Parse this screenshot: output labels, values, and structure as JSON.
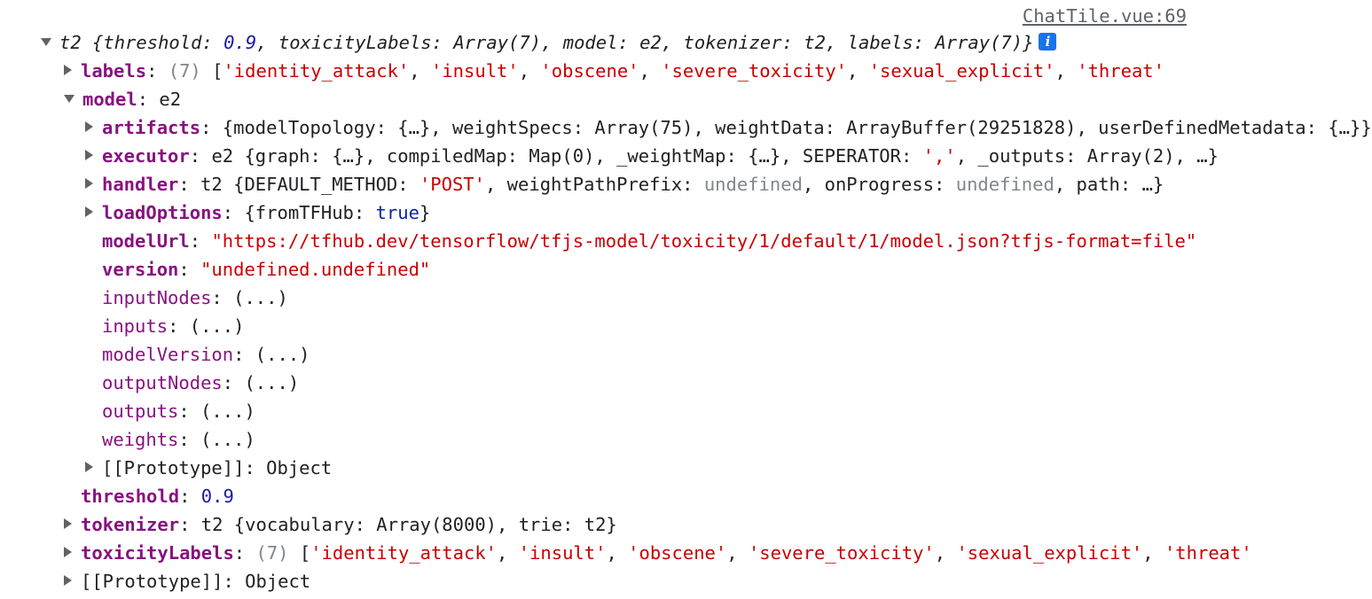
{
  "source_link": "ChatTile.vue:69",
  "root": {
    "name": "t2",
    "summary": {
      "p1": " {threshold: ",
      "v1": "0.9",
      "p2": ", toxicityLabels: Array(7), model: e2, tokenizer: t2, labels: Array(7)}"
    }
  },
  "labels": {
    "key": "labels",
    "count": "(7)",
    "items": [
      "'identity_attack'",
      "'insult'",
      "'obscene'",
      "'severe_toxicity'",
      "'sexual_explicit'",
      "'threat'"
    ]
  },
  "model": {
    "key": "model",
    "value": "e2",
    "artifacts": {
      "key": "artifacts",
      "value": "{modelTopology: {…}, weightSpecs: Array(75), weightData: ArrayBuffer(29251828), userDefinedMetadata: {…}}"
    },
    "executor": {
      "key": "executor",
      "pre": "e2 {graph: {…}, compiledMap: Map(0), _weightMap: {…}, SEPERATOR: ",
      "sep": "','",
      "post": ", _outputs: Array(2), …}"
    },
    "handler": {
      "key": "handler",
      "pre": "t2 {DEFAULT_METHOD: ",
      "method": "'POST'",
      "mid1": ", weightPathPrefix: ",
      "undef1": "undefined",
      "mid2": ", onProgress: ",
      "undef2": "undefined",
      "post": ", path: …}"
    },
    "loadOptions": {
      "key": "loadOptions",
      "pre": "{fromTFHub: ",
      "bool": "true",
      "post": "}"
    },
    "modelUrl": {
      "key": "modelUrl",
      "value": "\"https://tfhub.dev/tensorflow/tfjs-model/toxicity/1/default/1/model.json?tfjs-format=file\""
    },
    "version": {
      "key": "version",
      "value": "\"undefined.undefined\""
    },
    "getters": [
      {
        "key": "inputNodes",
        "value": "(...)"
      },
      {
        "key": "inputs",
        "value": "(...)"
      },
      {
        "key": "modelVersion",
        "value": "(...)"
      },
      {
        "key": "outputNodes",
        "value": "(...)"
      },
      {
        "key": "outputs",
        "value": "(...)"
      },
      {
        "key": "weights",
        "value": "(...)"
      }
    ],
    "prototype": {
      "key": "[[Prototype]]",
      "value": "Object"
    }
  },
  "threshold": {
    "key": "threshold",
    "value": "0.9"
  },
  "tokenizer": {
    "key": "tokenizer",
    "value": "t2 {vocabulary: Array(8000), trie: t2}"
  },
  "toxicityLabels": {
    "key": "toxicityLabels",
    "count": "(7)",
    "items": [
      "'identity_attack'",
      "'insult'",
      "'obscene'",
      "'severe_toxicity'",
      "'sexual_explicit'",
      "'threat'"
    ]
  },
  "prototype": {
    "key": "[[Prototype]]",
    "value": "Object"
  },
  "colors": {
    "key": "#881280",
    "string": "#c80000",
    "number": "#1a1aa6",
    "keyword": "#0d22aa",
    "muted": "#80868b",
    "info_badge": "#1a73e8"
  },
  "icons": {
    "expanded": "triangle-down-icon",
    "collapsed": "triangle-right-icon",
    "info": "info-icon"
  }
}
